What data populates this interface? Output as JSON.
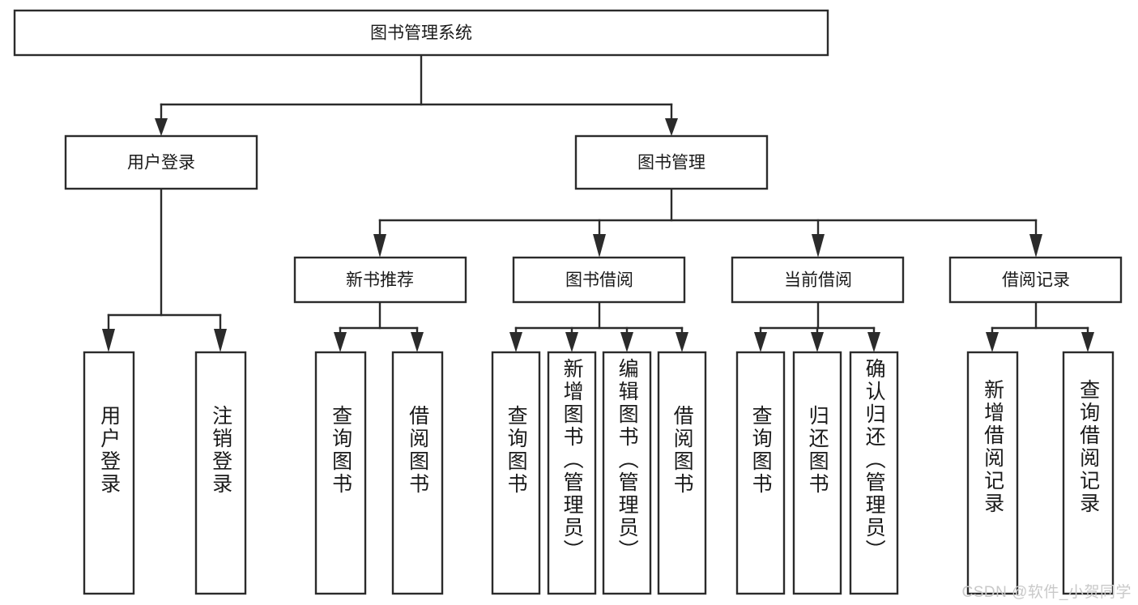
{
  "diagram": {
    "type": "tree-hierarchy",
    "title": "图书管理系统",
    "root": {
      "id": "root",
      "label": "图书管理系统",
      "orientation": "horizontal"
    },
    "level2": [
      {
        "id": "user-login",
        "label": "用户登录",
        "orientation": "horizontal"
      },
      {
        "id": "book-manage",
        "label": "图书管理",
        "orientation": "horizontal"
      }
    ],
    "level3": [
      {
        "id": "new-book-recommend",
        "label": "新书推荐",
        "orientation": "horizontal",
        "parent": "book-manage"
      },
      {
        "id": "book-borrow",
        "label": "图书借阅",
        "orientation": "horizontal",
        "parent": "book-manage"
      },
      {
        "id": "current-borrow",
        "label": "当前借阅",
        "orientation": "horizontal",
        "parent": "book-manage"
      },
      {
        "id": "borrow-record",
        "label": "借阅记录",
        "orientation": "horizontal",
        "parent": "book-manage"
      }
    ],
    "leaves": [
      {
        "id": "leaf-user-login",
        "label": "用户登录",
        "orientation": "vertical",
        "parent": "user-login"
      },
      {
        "id": "leaf-logout",
        "label": "注销登录",
        "orientation": "vertical",
        "parent": "user-login"
      },
      {
        "id": "leaf-query-book-1",
        "label": "查询图书",
        "orientation": "vertical",
        "parent": "new-book-recommend"
      },
      {
        "id": "leaf-borrow-book-1",
        "label": "借阅图书",
        "orientation": "vertical",
        "parent": "new-book-recommend"
      },
      {
        "id": "leaf-query-book-2",
        "label": "查询图书",
        "orientation": "vertical",
        "parent": "book-borrow"
      },
      {
        "id": "leaf-add-book",
        "label": "新增图书（管理员）",
        "orientation": "vertical",
        "parent": "book-borrow"
      },
      {
        "id": "leaf-edit-book",
        "label": "编辑图书（管理员）",
        "orientation": "vertical",
        "parent": "book-borrow"
      },
      {
        "id": "leaf-borrow-book-2",
        "label": "借阅图书",
        "orientation": "vertical",
        "parent": "book-borrow"
      },
      {
        "id": "leaf-query-book-3",
        "label": "查询图书",
        "orientation": "vertical",
        "parent": "current-borrow"
      },
      {
        "id": "leaf-return-book",
        "label": "归还图书",
        "orientation": "vertical",
        "parent": "current-borrow"
      },
      {
        "id": "leaf-confirm-return",
        "label": "确认归还（管理员）",
        "orientation": "vertical",
        "parent": "current-borrow"
      },
      {
        "id": "leaf-add-record",
        "label": "新增借阅记录",
        "orientation": "vertical",
        "parent": "borrow-record"
      },
      {
        "id": "leaf-query-record",
        "label": "查询借阅记录",
        "orientation": "vertical",
        "parent": "borrow-record"
      }
    ]
  },
  "watermark": {
    "text": "CSDN @软件_小贺同学"
  },
  "colors": {
    "stroke": "#2b2b2b",
    "fill": "#ffffff",
    "text": "#1a1a1a",
    "watermark": "#c9c9c9"
  }
}
